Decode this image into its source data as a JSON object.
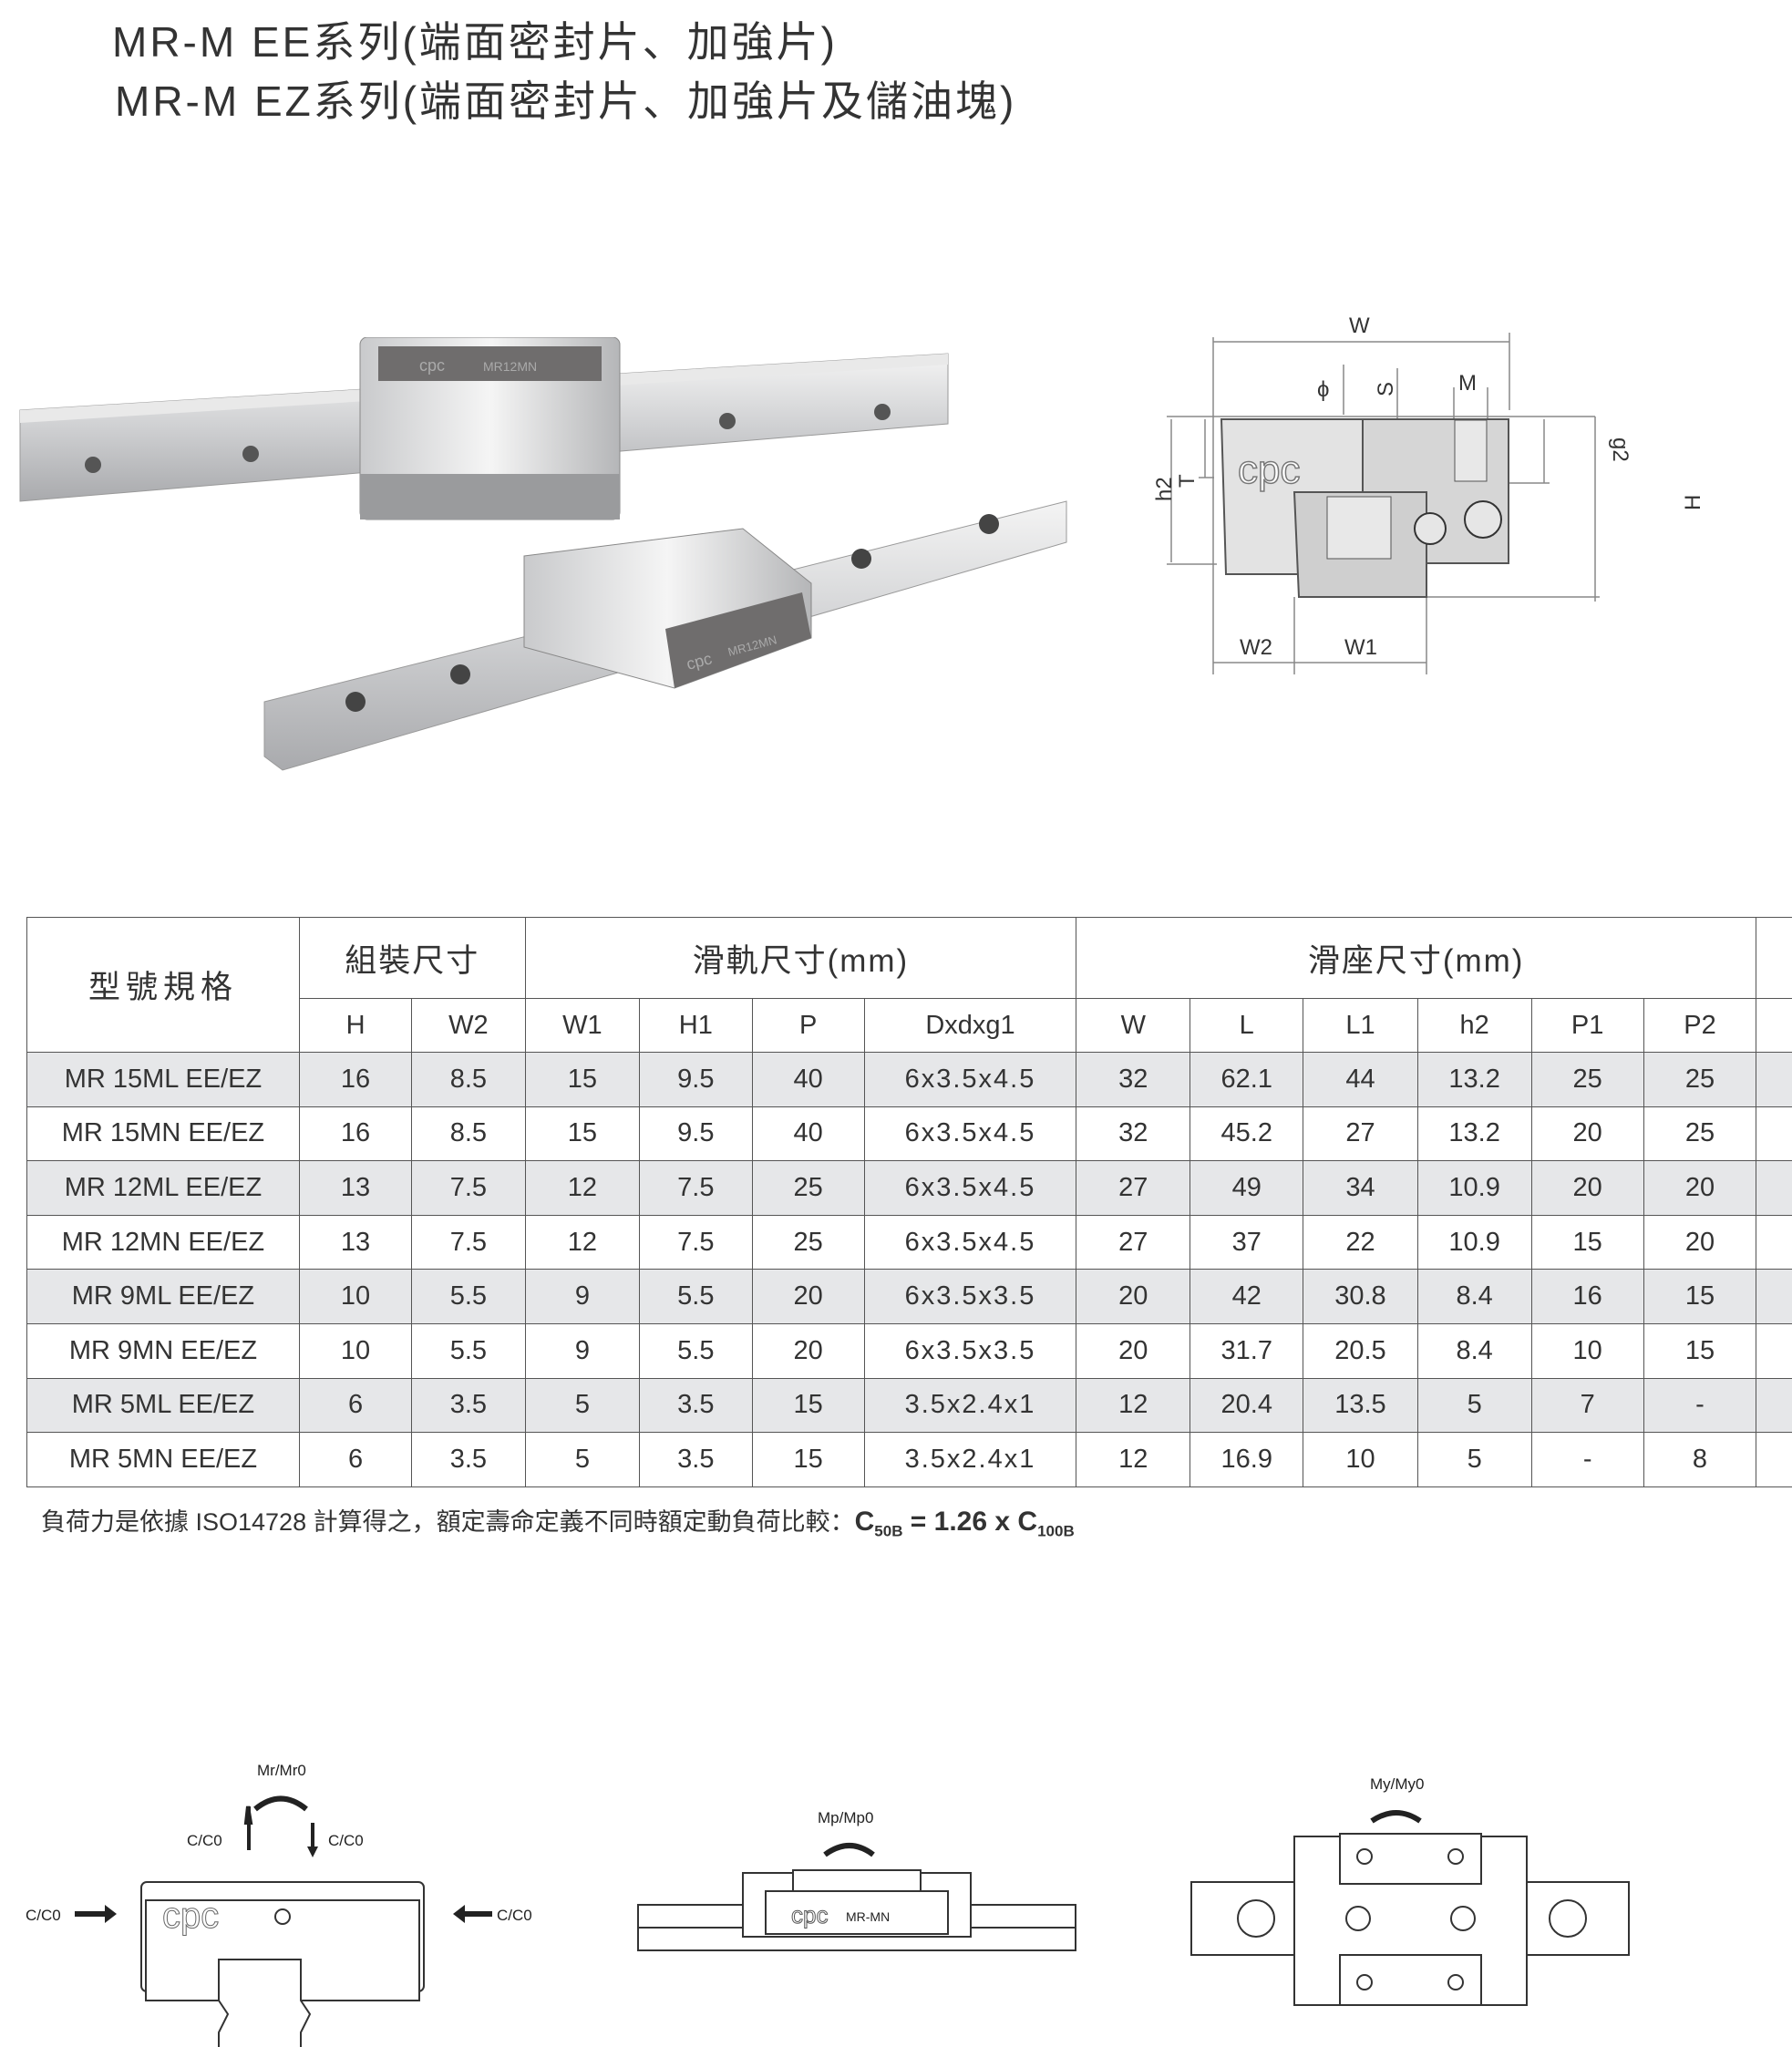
{
  "titles": [
    "MR-M EE系列(端面密封片、加強片)",
    "MR-M EZ系列(端面密封片、加強片及儲油塊)"
  ],
  "diagram": {
    "W": "W",
    "phi": "ϕ",
    "S": "S",
    "M": "M",
    "T": "T",
    "h2": "h2",
    "g2": "g2",
    "H": "H",
    "W2": "W2",
    "W1": "W1",
    "logo": "cpc"
  },
  "table": {
    "model_header": "型號規格",
    "groups": [
      "組裝尺寸",
      "滑軌尺寸(mm)",
      "滑座尺寸(mm)"
    ],
    "columns": [
      "H",
      "W2",
      "W1",
      "H1",
      "P",
      "Dxdxg1",
      "W",
      "L",
      "L1",
      "h2",
      "P1",
      "P2"
    ],
    "rows": [
      [
        "MR 15ML EE/EZ",
        "16",
        "8.5",
        "15",
        "9.5",
        "40",
        "6x3.5x4.5",
        "32",
        "62.1",
        "44",
        "13.2",
        "25",
        "25"
      ],
      [
        "MR 15MN EE/EZ",
        "16",
        "8.5",
        "15",
        "9.5",
        "40",
        "6x3.5x4.5",
        "32",
        "45.2",
        "27",
        "13.2",
        "20",
        "25"
      ],
      [
        "MR 12ML EE/EZ",
        "13",
        "7.5",
        "12",
        "7.5",
        "25",
        "6x3.5x4.5",
        "27",
        "49",
        "34",
        "10.9",
        "20",
        "20"
      ],
      [
        "MR 12MN EE/EZ",
        "13",
        "7.5",
        "12",
        "7.5",
        "25",
        "6x3.5x4.5",
        "27",
        "37",
        "22",
        "10.9",
        "15",
        "20"
      ],
      [
        "MR 9ML EE/EZ",
        "10",
        "5.5",
        "9",
        "5.5",
        "20",
        "6x3.5x3.5",
        "20",
        "42",
        "30.8",
        "8.4",
        "16",
        "15"
      ],
      [
        "MR 9MN EE/EZ",
        "10",
        "5.5",
        "9",
        "5.5",
        "20",
        "6x3.5x3.5",
        "20",
        "31.7",
        "20.5",
        "8.4",
        "10",
        "15"
      ],
      [
        "MR 5ML EE/EZ",
        "6",
        "3.5",
        "5",
        "3.5",
        "15",
        "3.5x2.4x1",
        "12",
        "20.4",
        "13.5",
        "5",
        "7",
        "-"
      ],
      [
        "MR 5MN EE/EZ",
        "6",
        "3.5",
        "5",
        "3.5",
        "15",
        "3.5x2.4x1",
        "12",
        "16.9",
        "10",
        "5",
        "-",
        "8"
      ]
    ]
  },
  "note": {
    "text": "負荷力是依據 ISO14728 計算得之，額定壽命定義不同時額定動負荷比較：",
    "formula_c": "C",
    "sub1": "50B",
    "mid": " = 1.26 x C",
    "sub2": "100B"
  },
  "loads": {
    "mr": "Mr/Mr0",
    "c": "C/C0",
    "mp": "Mp/Mp0",
    "my": "My/My0",
    "logo": "cpc",
    "model_mark": "MR-MN",
    "photo_mark": "MR12MN"
  }
}
